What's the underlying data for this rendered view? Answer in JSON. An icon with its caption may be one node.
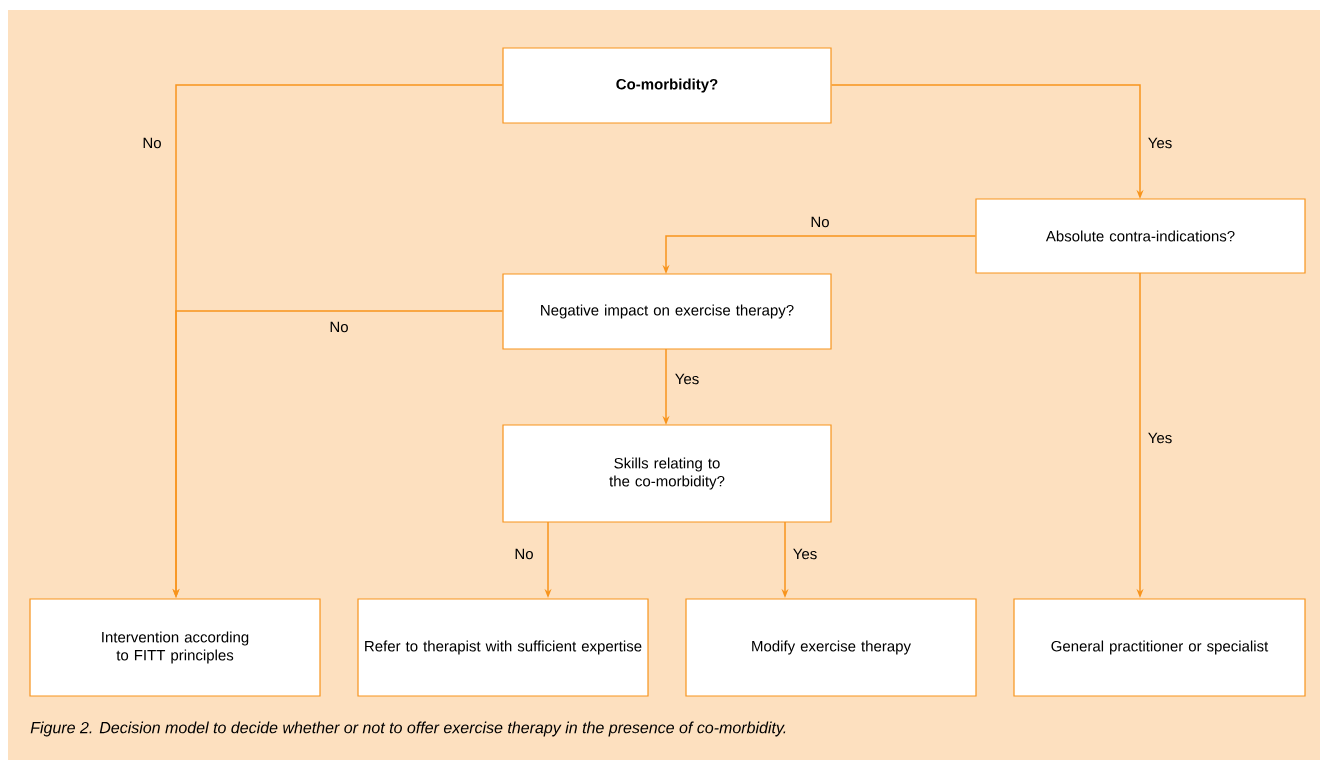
{
  "diagram": {
    "caption": "*Figure 2. Decision model to decide whether or not to offer exercise therapy in the presence of co-morbidity.*",
    "nodes": [
      {
        "text": [
          "**Co-morbidity?**"
        ]
      },
      {
        "text": [
          "Absolute contra-indications?"
        ]
      },
      {
        "text": [
          "Negative impact on exercise therapy?"
        ]
      },
      {
        "text": [
          "Skills relating to the co-morbidity?"
        ]
      },
      {
        "text": [
          "Intervention according to FITT principles"
        ]
      },
      {
        "text": [
          "Refer to therapist with sufficient expertise"
        ]
      },
      {
        "text": [
          "Modify exercise therapy"
        ]
      },
      {
        "text": [
          "General practitioner or specialist"
        ]
      }
    ],
    "edges": [
      {
        "from": 0,
        "to": 4,
        "arrow": "to",
        "label": "No"
      },
      {
        "from": 0,
        "to": 1,
        "arrow": "to",
        "label": "Yes"
      },
      {
        "from": 1,
        "to": 2,
        "arrow": "to",
        "label": "No"
      },
      {
        "from": 2,
        "to": 4,
        "arrow": "to",
        "label": "No"
      },
      {
        "from": 2,
        "to": 3,
        "arrow": "to",
        "label": "Yes"
      },
      {
        "from": 3,
        "to": 5,
        "arrow": "to",
        "label": "No"
      },
      {
        "from": 3,
        "to": 6,
        "arrow": "to",
        "label": "Yes"
      },
      {
        "from": 1,
        "to": 7,
        "arrow": "to",
        "label": "Yes"
      }
    ]
  }
}
